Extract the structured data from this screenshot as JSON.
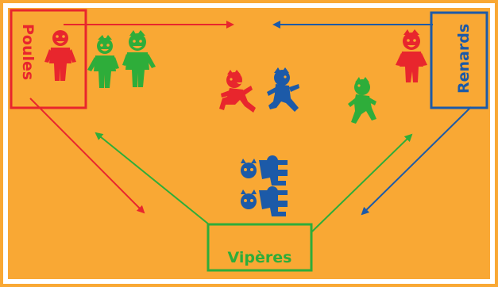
{
  "colors": {
    "background": "#F9A834",
    "border": "#FFFFFF",
    "red": "#E8262D",
    "blue": "#1C5AA8",
    "green": "#2EAD3A"
  },
  "teams": {
    "poules": {
      "label": "Poules",
      "color": "red"
    },
    "renards": {
      "label": "Renards",
      "color": "blue"
    },
    "viperes": {
      "label": "Vipères",
      "color": "green"
    }
  },
  "figures": [
    {
      "name": "red-child-standing-icon",
      "team": "red"
    },
    {
      "name": "green-child-standing-icon-1",
      "team": "green"
    },
    {
      "name": "green-child-standing-icon-2",
      "team": "green"
    },
    {
      "name": "red-child-running-icon",
      "team": "red"
    },
    {
      "name": "blue-child-running-icon",
      "team": "blue"
    },
    {
      "name": "green-child-running-icon",
      "team": "green"
    },
    {
      "name": "red-child-standing-icon-right",
      "team": "red"
    },
    {
      "name": "blue-snake-child-icon-1",
      "team": "blue"
    },
    {
      "name": "blue-snake-child-icon-2",
      "team": "blue"
    }
  ],
  "arrows": [
    {
      "name": "arrow-poules-to-center",
      "color": "red"
    },
    {
      "name": "arrow-renards-to-center",
      "color": "blue"
    },
    {
      "name": "arrow-poules-to-viperes",
      "color": "red"
    },
    {
      "name": "arrow-viperes-to-poules",
      "color": "green"
    },
    {
      "name": "arrow-renards-to-viperes",
      "color": "blue"
    },
    {
      "name": "arrow-viperes-to-renards",
      "color": "green"
    }
  ]
}
